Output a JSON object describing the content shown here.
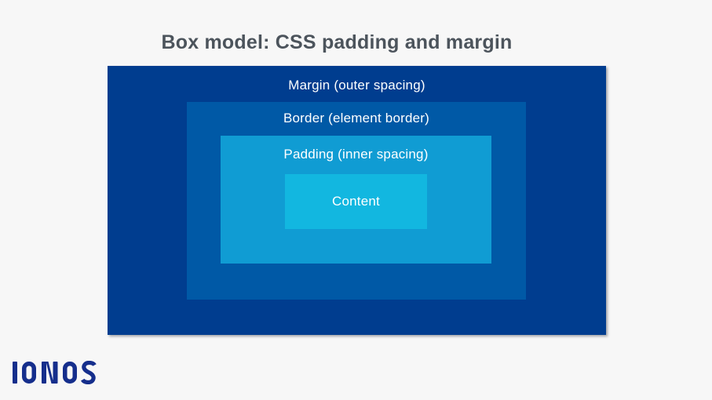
{
  "title": "Box model: CSS padding and margin",
  "diagram": {
    "margin": {
      "label": "Margin (outer spacing)",
      "color": "#003d8f"
    },
    "border": {
      "label": "Border (element border)",
      "color": "#0059a6"
    },
    "padding": {
      "label": "Padding (inner spacing)",
      "color": "#109cd3"
    },
    "content": {
      "label": "Content",
      "color": "#12b7e0"
    }
  },
  "footer": {
    "brand": "IONOS",
    "brand_color": "#152e8c"
  },
  "colors": {
    "background": "#f7f7f7",
    "title_text": "#4c545c",
    "label_text": "#ffffff"
  }
}
